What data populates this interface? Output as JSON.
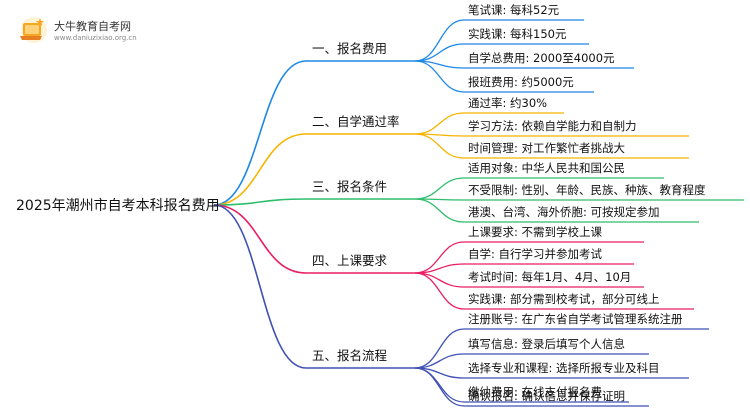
{
  "logo": {
    "name": "大牛教育自考网",
    "url": "www.daniuzixiao.org.cn"
  },
  "root": {
    "label": "2025年潮州市自考本科报名费用"
  },
  "colors": {
    "b1": "#1E88E5",
    "b2": "#F5B400",
    "b3": "#2DBE6C",
    "b4": "#E91E63",
    "b5": "#3F51B5"
  },
  "branches": [
    {
      "label": "一、报名费用",
      "leaves": [
        "笔试课: 每科52元",
        "实践课: 每科150元",
        "自学总费用: 2000至4000元",
        "报班费用: 约5000元"
      ]
    },
    {
      "label": "二、自学通过率",
      "leaves": [
        "通过率: 约30%",
        "学习方法: 依赖自学能力和自制力",
        "时间管理: 对工作繁忙者挑战大"
      ]
    },
    {
      "label": "三、报名条件",
      "leaves": [
        "适用对象: 中华人民共和国公民",
        "不受限制: 性别、年龄、民族、种族、教育程度",
        "港澳、台湾、海外侨胞: 可按规定参加"
      ]
    },
    {
      "label": "四、上课要求",
      "leaves": [
        "上课要求: 不需到学校上课",
        "自学: 自行学习并参加考试",
        "考试时间: 每年1月、4月、10月",
        "实践课: 部分需到校考试，部分可线上"
      ]
    },
    {
      "label": "五、报名流程",
      "leaves": [
        "注册账号: 在广东省自学考试管理系统注册",
        "填写信息: 登录后填写个人信息",
        "选择专业和课程: 选择所报专业及科目",
        "缴纳费用: 在线支付报名费",
        "确认报名: 确认信息并保存证明"
      ]
    }
  ]
}
